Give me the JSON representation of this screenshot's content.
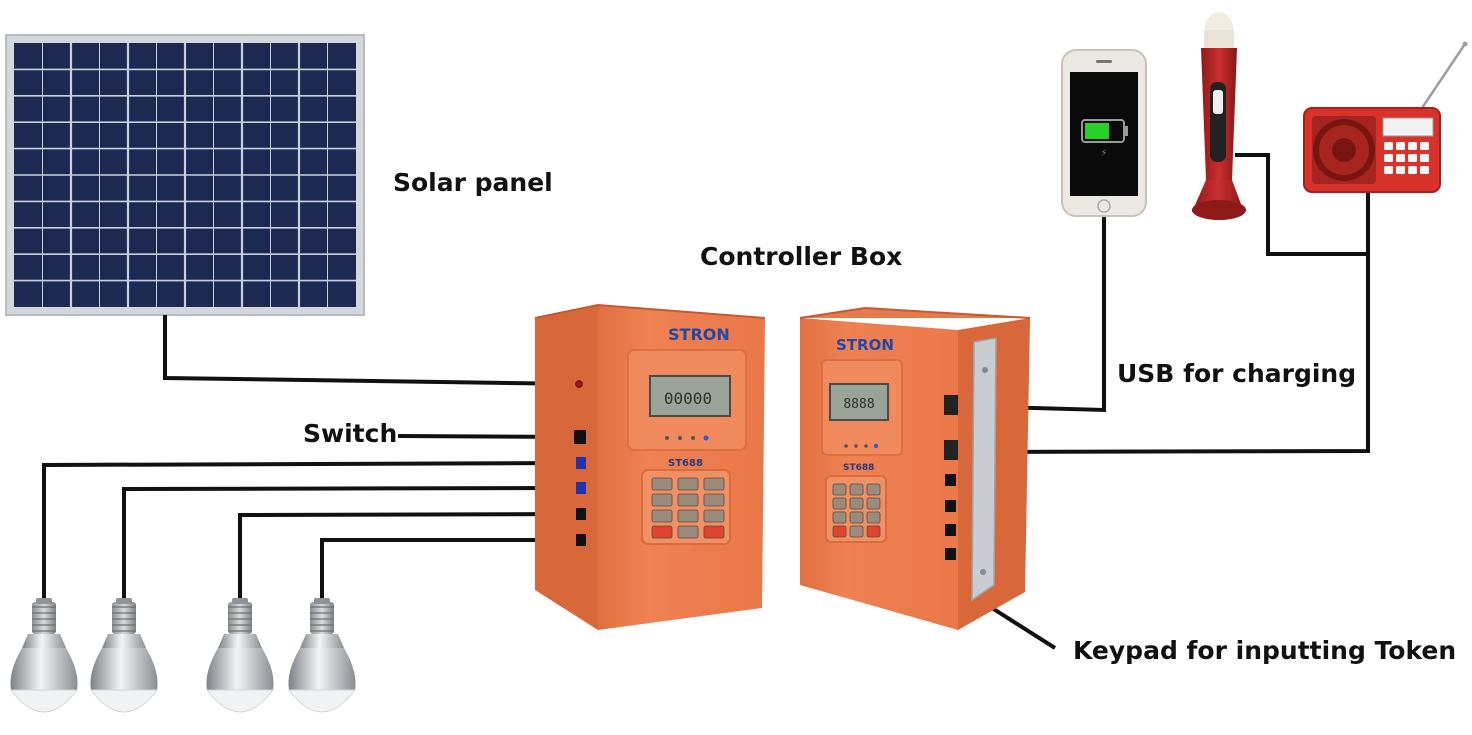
{
  "labels": {
    "solar_panel": "Solar panel",
    "controller_box": "Controller Box",
    "switch": "Switch",
    "usb_charging": "USB for charging",
    "keypad": "Keypad for inputting Token"
  },
  "device": {
    "brand": "STRON",
    "model": "ST688"
  },
  "colors": {
    "box_orange": "#ee7f4e",
    "box_orange_dark": "#d8673a",
    "panel_blue": "#1c2a52",
    "panel_frame": "#cfd3d8",
    "wire": "#111111",
    "lcd": "#9aa39a",
    "brand_blue": "#1f4aa8",
    "radio_red": "#d9322b",
    "torch_red": "#b52323",
    "battery_green": "#28d12a"
  }
}
